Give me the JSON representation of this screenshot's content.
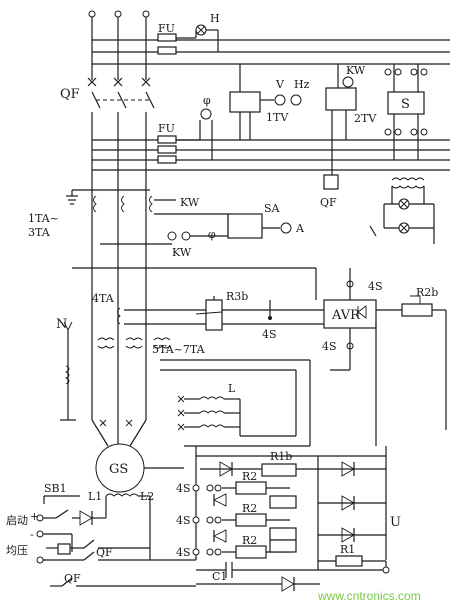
{
  "labels": {
    "fu_top": "FU",
    "h": "H",
    "qf_main": "QF",
    "v": "V",
    "hz": "Hz",
    "kw_top": "KW",
    "tv1": "1TV",
    "tv2": "2TV",
    "s": "S",
    "fu_mid": "FU",
    "phi_top": "φ",
    "qf_mid": "QF",
    "ta1": "1TA~",
    "ta3": "3TA",
    "kw_a": "KW",
    "sa": "SA",
    "a": "A",
    "phi_mid": "φ",
    "kw_b": "KW",
    "ta4": "4TA",
    "r3b": "R3b",
    "s4_top": "4S",
    "s4_mid": "4S",
    "avr": "AVR",
    "r2b": "R2b",
    "n": "N",
    "ta57": "5TA~7TA",
    "s4_avr": "4S",
    "l": "L",
    "gs": "GS",
    "r1b": "R1b",
    "sb1": "SB1",
    "l1": "L1",
    "l2": "L2",
    "start": "启动",
    "s4_r1": "4S",
    "r2_1": "R2",
    "s4_r2": "4S",
    "r2_2": "R2",
    "u": "U",
    "equal": "均压",
    "qf_low": "QF",
    "s4_r3": "4S",
    "r2_3": "R2",
    "r1": "R1",
    "c1": "C1",
    "qf_bot": "QF",
    "plus": "+",
    "minus": "-",
    "watermark": "www.cntronics.com"
  }
}
